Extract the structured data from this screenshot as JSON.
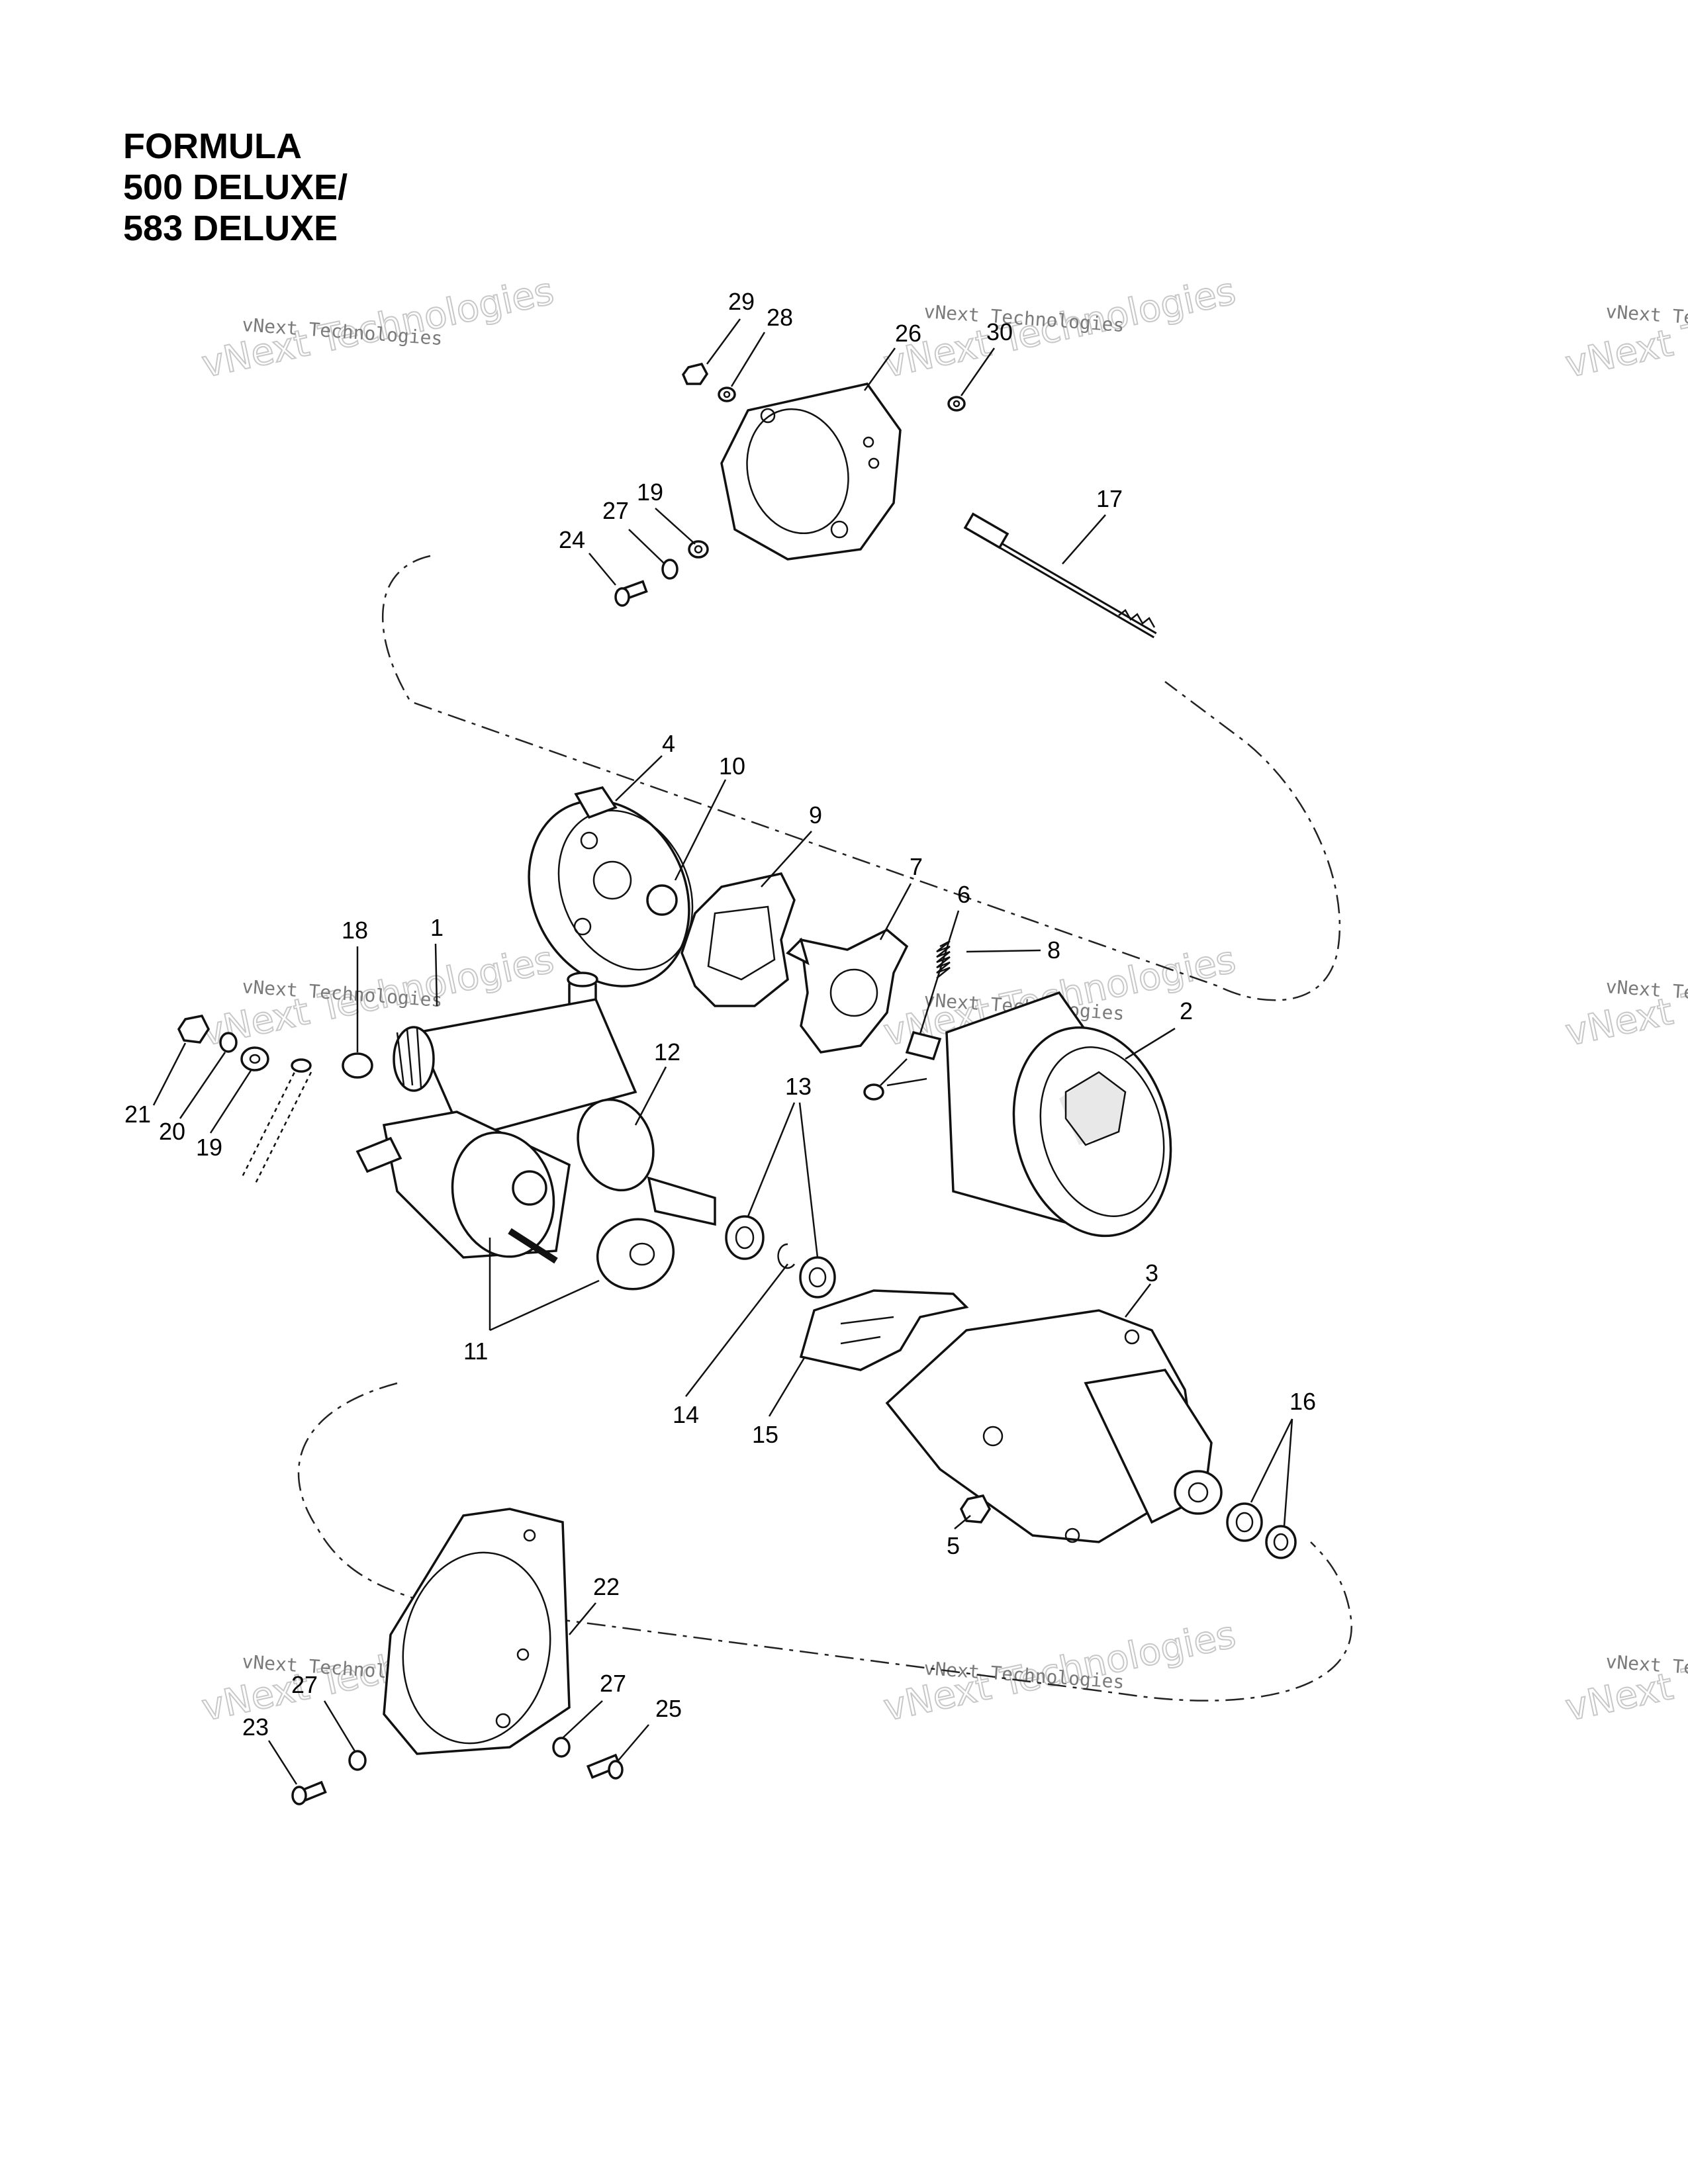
{
  "title_lines": [
    "FORMULA",
    "500 DELUXE/",
    "583 DELUXE"
  ],
  "watermark": {
    "small": "vNext Technologies",
    "big": "vNext Technologies"
  },
  "callouts": [
    {
      "id": "c29",
      "text": "29"
    },
    {
      "id": "c28",
      "text": "28"
    },
    {
      "id": "c26",
      "text": "26"
    },
    {
      "id": "c30",
      "text": "30"
    },
    {
      "id": "c17",
      "text": "17"
    },
    {
      "id": "c19a",
      "text": "19"
    },
    {
      "id": "c27a",
      "text": "27"
    },
    {
      "id": "c24",
      "text": "24"
    },
    {
      "id": "c4",
      "text": "4"
    },
    {
      "id": "c10",
      "text": "10"
    },
    {
      "id": "c9",
      "text": "9"
    },
    {
      "id": "c7",
      "text": "7"
    },
    {
      "id": "c6",
      "text": "6"
    },
    {
      "id": "c8",
      "text": "8"
    },
    {
      "id": "c2",
      "text": "2"
    },
    {
      "id": "c18",
      "text": "18"
    },
    {
      "id": "c1",
      "text": "1"
    },
    {
      "id": "c12",
      "text": "12"
    },
    {
      "id": "c13",
      "text": "13"
    },
    {
      "id": "c21",
      "text": "21"
    },
    {
      "id": "c20",
      "text": "20"
    },
    {
      "id": "c19b",
      "text": "19"
    },
    {
      "id": "c11",
      "text": "11"
    },
    {
      "id": "c14",
      "text": "14"
    },
    {
      "id": "c15",
      "text": "15"
    },
    {
      "id": "c3",
      "text": "3"
    },
    {
      "id": "c16",
      "text": "16"
    },
    {
      "id": "c5",
      "text": "5"
    },
    {
      "id": "c22",
      "text": "22"
    },
    {
      "id": "c27b",
      "text": "27"
    },
    {
      "id": "c23",
      "text": "23"
    },
    {
      "id": "c27c",
      "text": "27"
    },
    {
      "id": "c25",
      "text": "25"
    }
  ]
}
